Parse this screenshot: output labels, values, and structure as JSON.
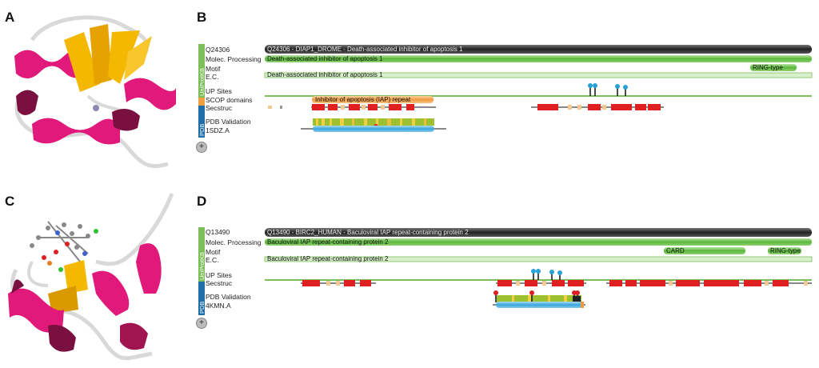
{
  "panels": [
    {
      "letter_structure": "A",
      "letter_tracks": "B",
      "accession": "Q24306",
      "header_bar": "Q24306 - DIAP1_DROME - Death-associated inhibitor of apoptosis 1",
      "labels": [
        "Molec. Processing",
        "Motif",
        "E.C.",
        "UP Sites",
        "SCOP domains",
        "Secstruc",
        "PDB Validation",
        "1SDZ.A"
      ],
      "molec_processing_label": "Death-associated inhibitor of apoptosis 1",
      "motif_label": "RING-type",
      "ec_label": "Death-associated inhibitor of apoptosis 1",
      "scop_label": "Inhibitor of apoptosis (IAP) repeat",
      "sidebar_uniprot": "UniProtKB",
      "sidebar_pdb": "PDB",
      "plus": "+"
    },
    {
      "letter_structure": "C",
      "letter_tracks": "D",
      "accession": "Q13490",
      "header_bar": "Q13490 - BIRC2_HUMAN - Baculoviral IAP repeat-containing protein 2",
      "labels": [
        "Molec. Processing",
        "Motif",
        "E.C.",
        "UP Sites",
        "Secstruc",
        "PDB Validation",
        "4KMN.A"
      ],
      "molec_processing_label": "Baculoviral IAP repeat-containing protein 2",
      "motif_card_label": "CARD",
      "motif_ring_label": "RING-type",
      "ec_label": "Baculoviral IAP repeat-containing protein 2",
      "sidebar_uniprot": "UniProtKB",
      "sidebar_pdb": "PDB",
      "plus": "+"
    }
  ],
  "colors": {
    "helix": "#e0197a",
    "helix_dark": "#7a1040",
    "strand": "#f5b800",
    "coil": "#dcdcdc",
    "uniprot_green": "#7cbf5a",
    "pdb_blue": "#1f6ea8",
    "scop_orange": "#f0a040",
    "secstruc_red": "#e02020"
  }
}
